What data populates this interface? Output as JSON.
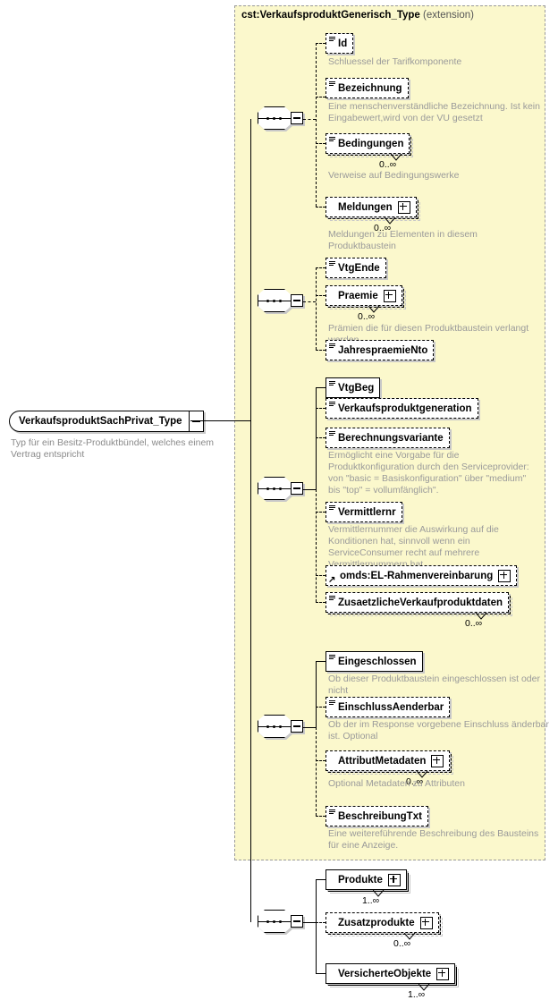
{
  "diagram": {
    "type": "xsd-schema-tree",
    "root": {
      "name": "VerkaufsproduktSachPrivat_Type",
      "description": "Typ für ein Besitz-Produktbündel, welches einem Vertrag entspricht",
      "collapse_icon": "minus-icon"
    },
    "extension": {
      "base_type": "cst:VerkaufsproduktGenerisch_Type",
      "qualifier": "(extension)"
    },
    "groups": [
      {
        "compositor": "sequence",
        "elements": [
          {
            "name": "Id",
            "required": false,
            "repeating": false,
            "cardinality": "",
            "expandable": false,
            "has_attributes": true,
            "is_reference": false,
            "description": "Schluessel der Tarifkomponente"
          },
          {
            "name": "Bezeichnung",
            "required": false,
            "repeating": false,
            "cardinality": "",
            "expandable": false,
            "has_attributes": true,
            "is_reference": false,
            "description": "Eine menschenverständliche Bezeichnung. Ist kein Eingabewert,wird von der VU gesetzt"
          },
          {
            "name": "Bedingungen",
            "required": false,
            "repeating": true,
            "cardinality": "0..∞",
            "expandable": false,
            "has_attributes": true,
            "is_reference": false,
            "description": "Verweise auf Bedingungswerke"
          },
          {
            "name": "Meldungen",
            "required": false,
            "repeating": true,
            "cardinality": "0..∞",
            "expandable": true,
            "has_attributes": false,
            "is_reference": false,
            "description": "Meldungen zu Elementen in diesem Produktbaustein"
          }
        ]
      },
      {
        "compositor": "sequence",
        "elements": [
          {
            "name": "VtgEnde",
            "required": false,
            "repeating": false,
            "cardinality": "",
            "expandable": false,
            "has_attributes": true,
            "is_reference": false,
            "description": ""
          },
          {
            "name": "Praemie",
            "required": false,
            "repeating": true,
            "cardinality": "0..∞",
            "expandable": true,
            "has_attributes": false,
            "is_reference": false,
            "description": "Prämien die für diesen Produktbaustein verlangt werden"
          },
          {
            "name": "JahrespraemieNto",
            "required": false,
            "repeating": false,
            "cardinality": "",
            "expandable": false,
            "has_attributes": true,
            "is_reference": false,
            "description": ""
          }
        ]
      },
      {
        "compositor": "sequence",
        "elements": [
          {
            "name": "VtgBeg",
            "required": true,
            "repeating": false,
            "cardinality": "",
            "expandable": false,
            "has_attributes": true,
            "is_reference": false,
            "description": ""
          },
          {
            "name": "Verkaufsproduktgeneration",
            "required": false,
            "repeating": false,
            "cardinality": "",
            "expandable": false,
            "has_attributes": true,
            "is_reference": false,
            "description": ""
          },
          {
            "name": "Berechnungsvariante",
            "required": false,
            "repeating": false,
            "cardinality": "",
            "expandable": false,
            "has_attributes": true,
            "is_reference": false,
            "description": "Ermöglicht eine Vorgabe für die Produktkonfiguration durch den Serviceprovider: von \"basic = Basiskonfiguration\" über \"medium\" bis \"top\" = vollumfänglich\"."
          },
          {
            "name": "Vermittlernr",
            "required": false,
            "repeating": false,
            "cardinality": "",
            "expandable": false,
            "has_attributes": true,
            "is_reference": false,
            "description": "Vermittlernummer die Auswirkung auf die Konditionen hat, sinnvoll wenn ein ServiceConsumer recht auf mehrere Vermittlernummern hat."
          },
          {
            "name": "omds:EL-Rahmenvereinbarung",
            "required": false,
            "repeating": false,
            "cardinality": "",
            "expandable": true,
            "has_attributes": false,
            "is_reference": true,
            "description": ""
          },
          {
            "name": "ZusaetzlicheVerkaufproduktdaten",
            "required": false,
            "repeating": true,
            "cardinality": "0..∞",
            "expandable": false,
            "has_attributes": true,
            "is_reference": false,
            "description": ""
          }
        ]
      },
      {
        "compositor": "sequence",
        "elements": [
          {
            "name": "Eingeschlossen",
            "required": true,
            "repeating": false,
            "cardinality": "",
            "expandable": false,
            "has_attributes": true,
            "is_reference": false,
            "description": "Ob dieser Produktbaustein eingeschlossen ist oder nicht"
          },
          {
            "name": "EinschlussAenderbar",
            "required": false,
            "repeating": false,
            "cardinality": "",
            "expandable": false,
            "has_attributes": true,
            "is_reference": false,
            "description": "Ob der im Response vorgebene Einschluss änderbar ist. Optional"
          },
          {
            "name": "AttributMetadaten",
            "required": false,
            "repeating": true,
            "cardinality": "0..∞",
            "expandable": true,
            "has_attributes": false,
            "is_reference": false,
            "description": "Optional Metadaten zu Attributen"
          },
          {
            "name": "BeschreibungTxt",
            "required": false,
            "repeating": false,
            "cardinality": "",
            "expandable": false,
            "has_attributes": true,
            "is_reference": false,
            "description": "Eine weitereführende Beschreibung des Bausteins für eine Anzeige."
          }
        ]
      },
      {
        "compositor": "sequence",
        "elements": [
          {
            "name": "Produkte",
            "required": true,
            "repeating": true,
            "cardinality": "1..∞",
            "expandable": true,
            "has_attributes": false,
            "is_reference": false,
            "description": ""
          },
          {
            "name": "Zusatzprodukte",
            "required": false,
            "repeating": true,
            "cardinality": "0..∞",
            "expandable": true,
            "has_attributes": false,
            "is_reference": false,
            "description": ""
          },
          {
            "name": "VersicherteObjekte",
            "required": true,
            "repeating": true,
            "cardinality": "1..∞",
            "expandable": true,
            "has_attributes": false,
            "is_reference": false,
            "description": ""
          }
        ]
      }
    ],
    "colors": {
      "extension_background": "#fbf8cc",
      "extension_border": "#9a9a9a",
      "element_border": "#000000",
      "description_text": "#9a9a9a",
      "shadow": "#c8c8c8"
    }
  }
}
